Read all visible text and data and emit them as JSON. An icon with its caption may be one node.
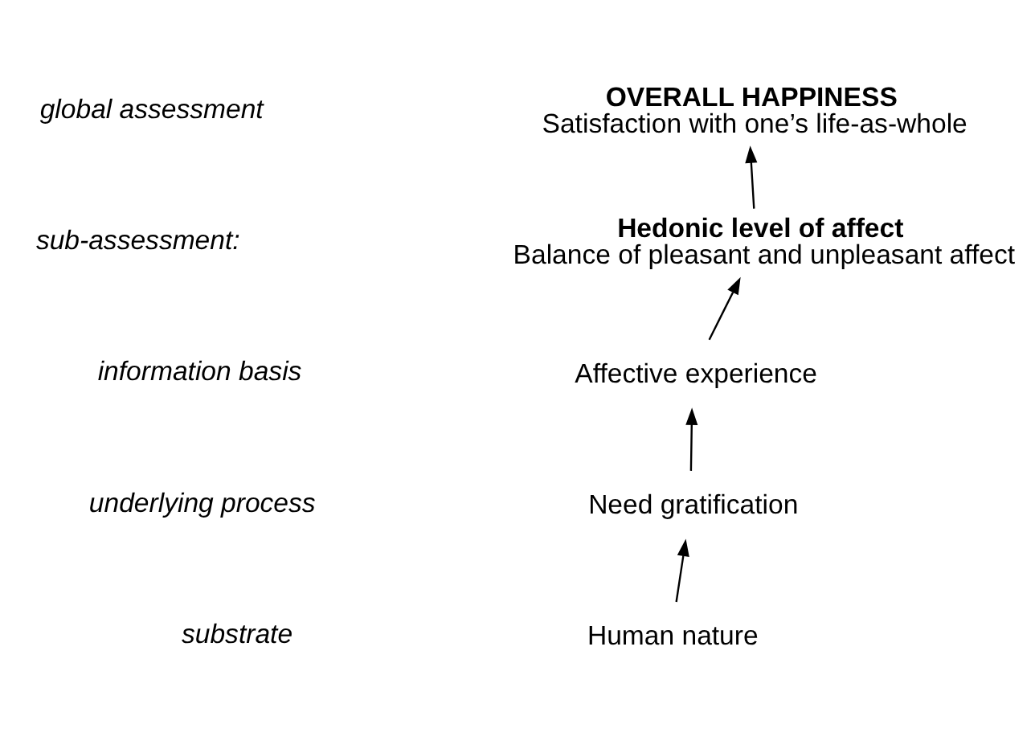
{
  "diagram": {
    "nodes": [
      {
        "text": [
          "OVERALL HAPPINESS",
          "Satisfaction with one’s life-as-whole"
        ]
      },
      {
        "text": [
          "Hedonic level of affect",
          "Balance of pleasant and unpleasant affect"
        ]
      },
      {
        "text": [
          "Affective experience"
        ]
      },
      {
        "text": [
          "Need gratification"
        ]
      },
      {
        "text": [
          "Human nature"
        ]
      }
    ],
    "edges": [
      {
        "from": 4,
        "to": 3,
        "arrow": "to"
      },
      {
        "from": 3,
        "to": 2,
        "arrow": "to"
      },
      {
        "from": 2,
        "to": 1,
        "arrow": "to"
      },
      {
        "from": 1,
        "to": 0,
        "arrow": "to"
      }
    ],
    "labels": [
      "global assessment",
      "sub-assessment:",
      "information basis",
      "underlying process",
      "substrate"
    ]
  }
}
